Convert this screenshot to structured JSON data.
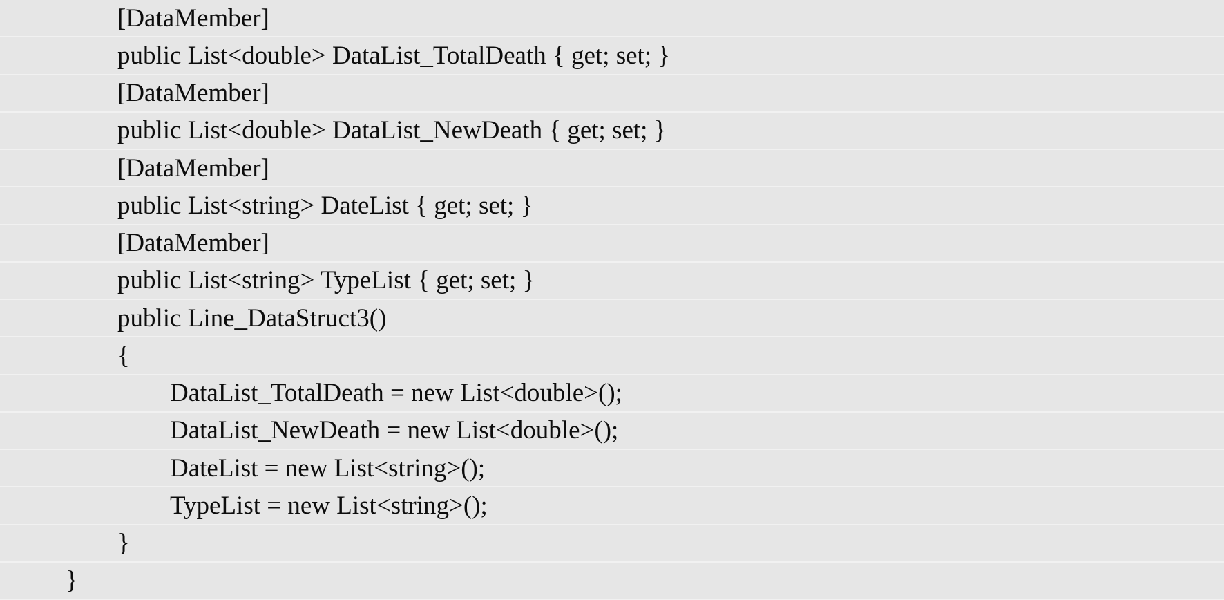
{
  "page": {
    "background_color": "#e6e6e6",
    "row_separator_color": "#f1f1f1",
    "text_color": "#0d0d0d"
  },
  "code": {
    "language": "csharp",
    "lines": [
      {
        "indent": 1,
        "text": "[DataMember]"
      },
      {
        "indent": 1,
        "text": "public List<double> DataList_TotalDeath { get; set; }"
      },
      {
        "indent": 1,
        "text": "[DataMember]"
      },
      {
        "indent": 1,
        "text": "public List<double> DataList_NewDeath { get; set; }"
      },
      {
        "indent": 1,
        "text": "[DataMember]"
      },
      {
        "indent": 1,
        "text": "public List<string> DateList { get; set; }"
      },
      {
        "indent": 1,
        "text": "[DataMember]"
      },
      {
        "indent": 1,
        "text": "public List<string> TypeList { get; set; }"
      },
      {
        "indent": 1,
        "text": "public Line_DataStruct3()"
      },
      {
        "indent": 1,
        "text": "{"
      },
      {
        "indent": 2,
        "text": "DataList_TotalDeath = new List<double>();"
      },
      {
        "indent": 2,
        "text": "DataList_NewDeath = new List<double>();"
      },
      {
        "indent": 2,
        "text": "DateList = new List<string>();"
      },
      {
        "indent": 2,
        "text": "TypeList = new List<string>();"
      },
      {
        "indent": 1,
        "text": "}"
      },
      {
        "indent": 0,
        "text": "}"
      }
    ]
  }
}
